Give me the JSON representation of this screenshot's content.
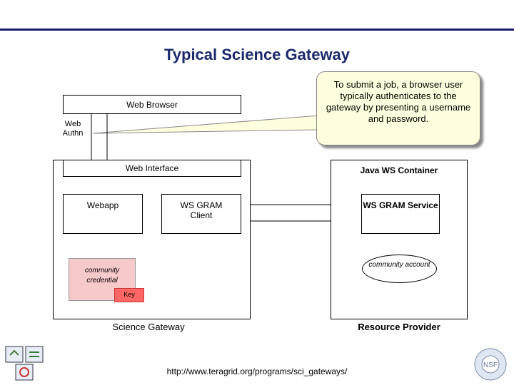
{
  "title": "Typical Science Gateway",
  "callout": "To submit a job, a browser user typically authenticates to the gateway by presenting a username and password.",
  "web_browser": "Web Browser",
  "web_authn": "Web Authn",
  "web_interface": "Web Interface",
  "webapp": "Webapp",
  "ws_gram_client": "WS GRAM Client",
  "community_credential": "community credential",
  "key": "Key",
  "science_gateway": "Science Gateway",
  "java_ws_container": "Java WS Container",
  "ws_gram_service": "WS GRAM Service",
  "community_account": "community account",
  "resource_provider": "Resource Provider",
  "url": "http://www.teragrid.org/programs/sci_gateways/"
}
